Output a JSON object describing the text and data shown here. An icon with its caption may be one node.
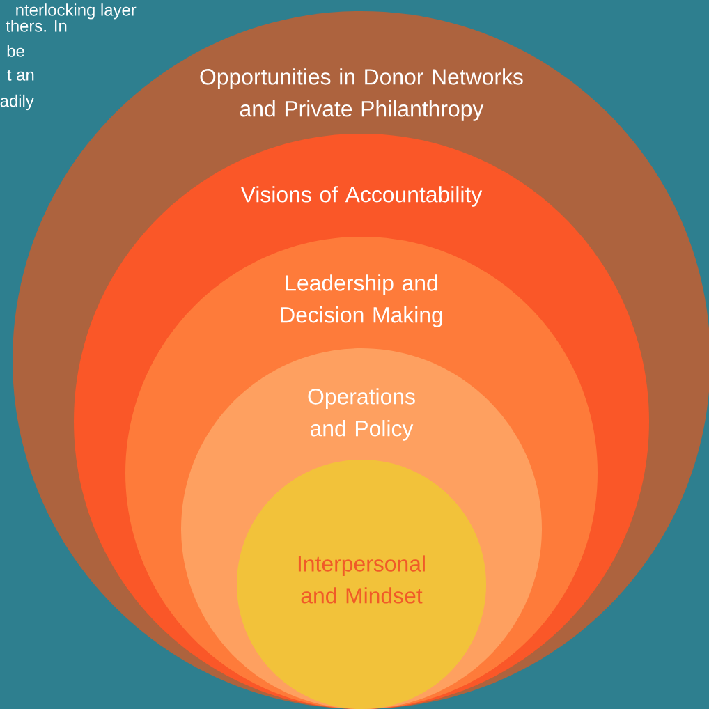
{
  "diagram": {
    "nodes": [
      {
        "text": [
          "Opportunities in Donor Networks and Private Philanthropy"
        ]
      },
      {
        "text": [
          "Visions of Accountability"
        ],
        "in": 0
      },
      {
        "text": [
          "Leadership and Decision Making"
        ],
        "in": 1
      },
      {
        "text": [
          "Operations and Policy"
        ],
        "in": 2
      },
      {
        "text": [
          "Interpersonal and Mindset"
        ],
        "in": 3
      }
    ],
    "edges": [],
    "labels": [
      "nterlocking layer",
      "thers. In",
      "be",
      "t an",
      "adily"
    ]
  }
}
